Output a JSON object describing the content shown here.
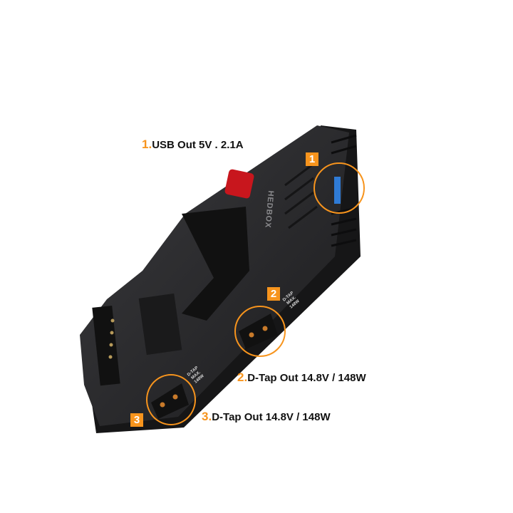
{
  "colors": {
    "accent": "#f7941d",
    "plate": "#2a2a2c",
    "release_button": "#c8161d",
    "usb_port": "#2f7bd6"
  },
  "callouts": [
    {
      "number": "1.",
      "badge": "1",
      "text": "USB Out 5V . 2.1A",
      "icon": "usb-port-icon"
    },
    {
      "number": "2.",
      "badge": "2",
      "text": "D-Tap Out 14.8V / 148W",
      "icon": "d-tap-port-icon"
    },
    {
      "number": "3.",
      "badge": "3",
      "text": "D-Tap Out 14.8V / 148W",
      "icon": "d-tap-port-icon"
    }
  ],
  "device": {
    "brand_mark": "HEDBOX",
    "port_markings": [
      "D-TAP",
      "MAX.",
      "148W"
    ]
  }
}
